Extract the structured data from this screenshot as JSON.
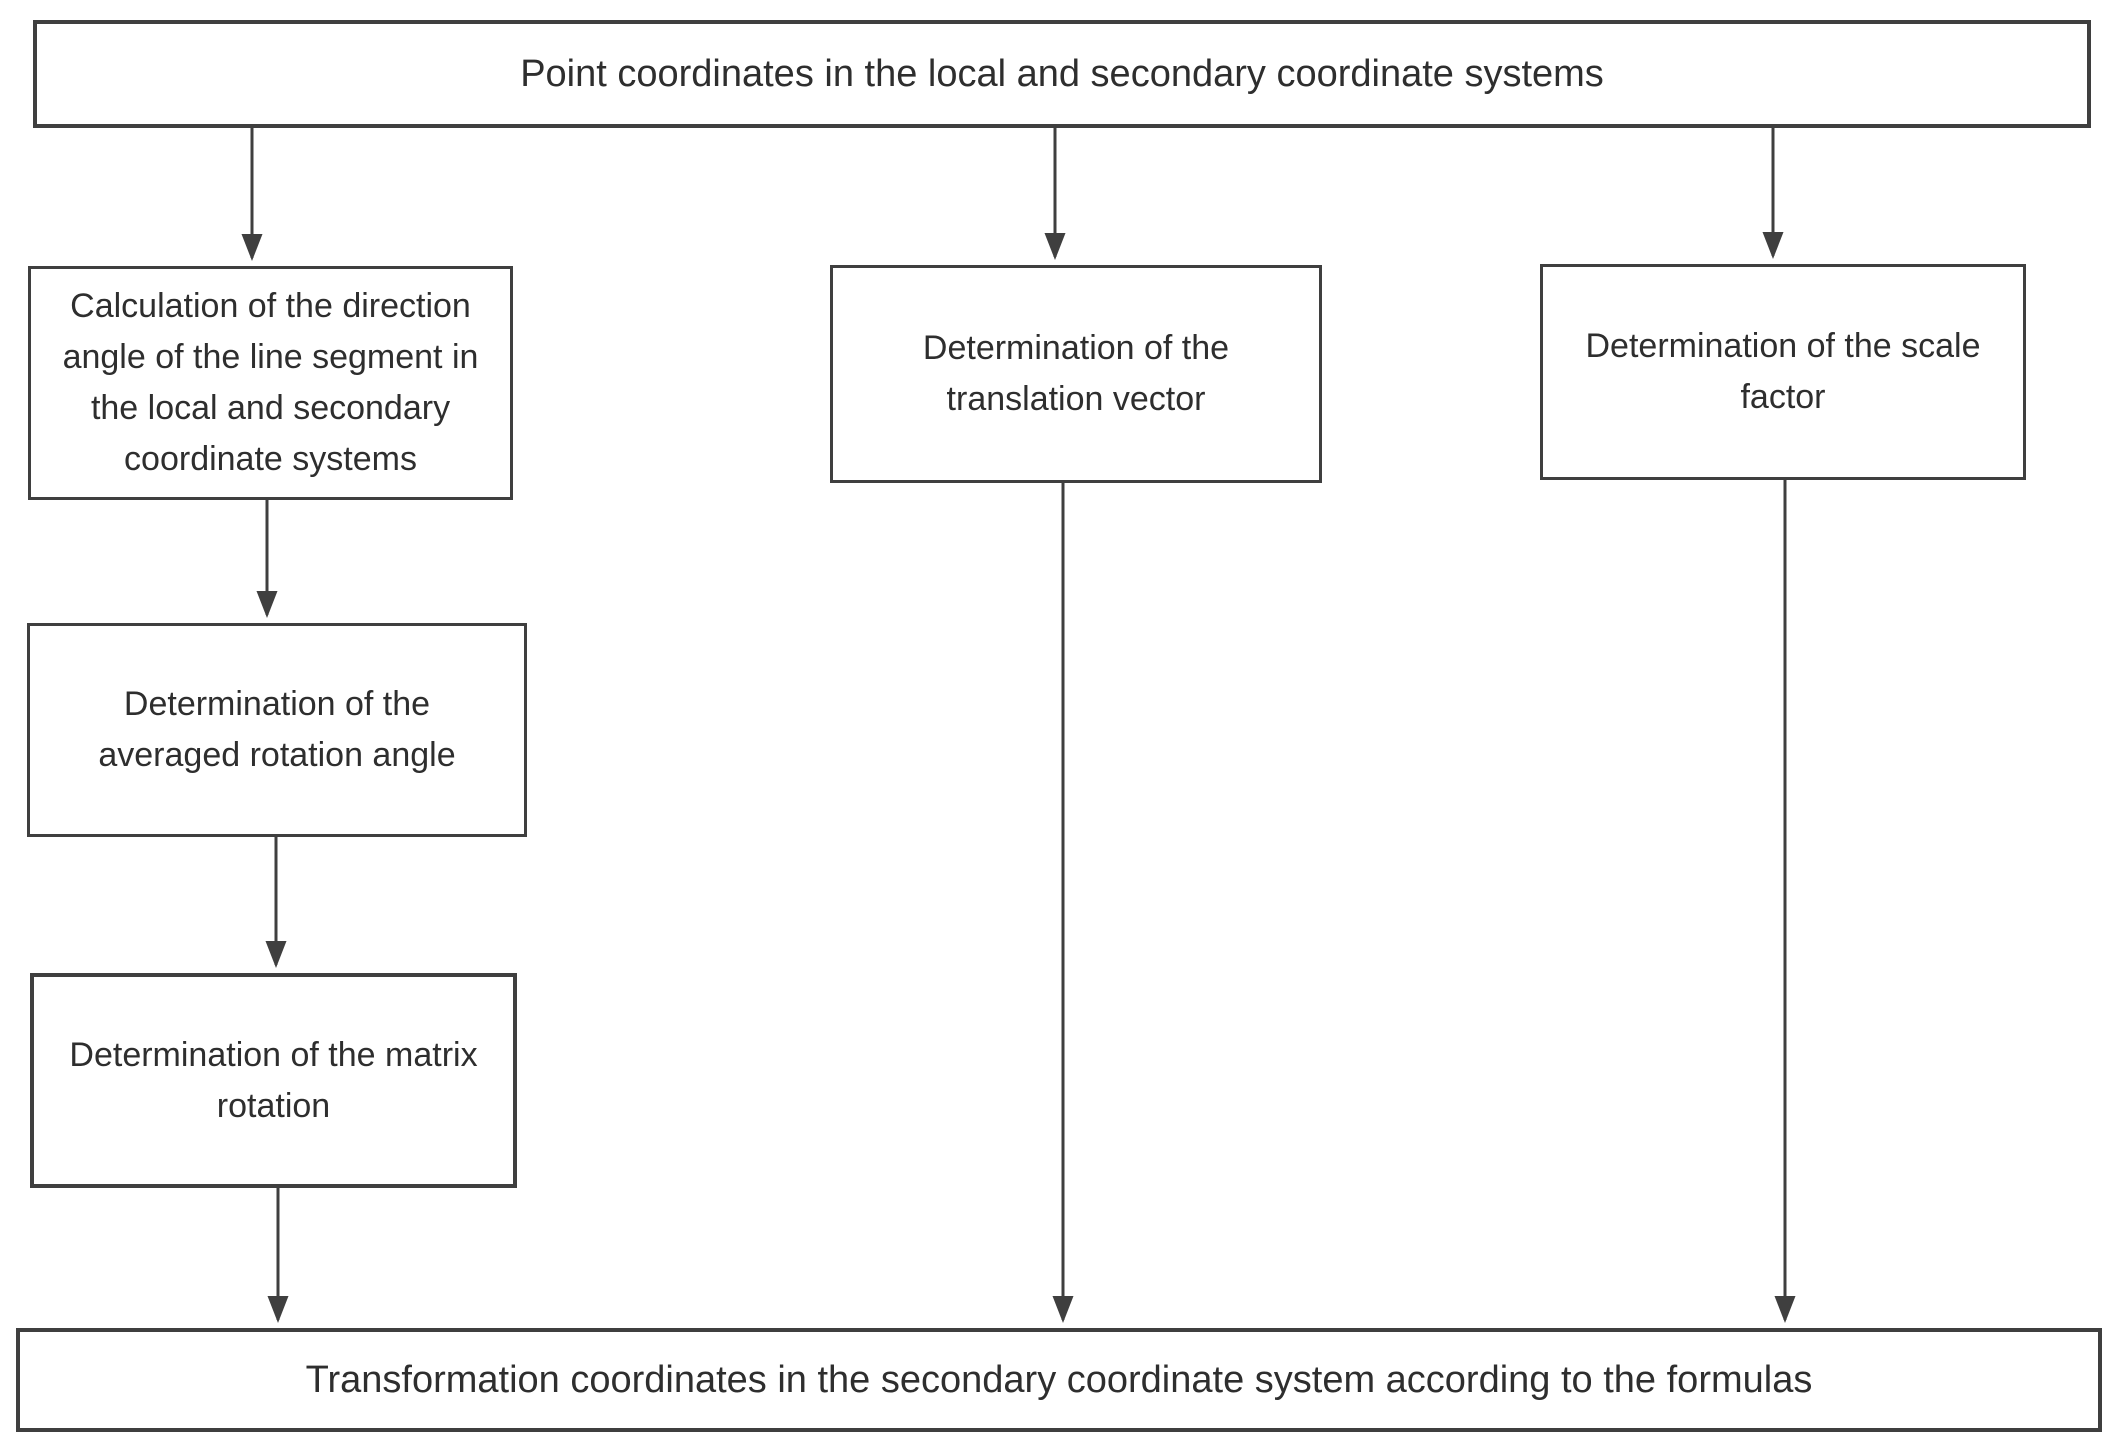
{
  "diagram": {
    "type": "flowchart",
    "colors": {
      "background": "#ffffff",
      "line": "#3f3f3f",
      "text": "#2e2e2e"
    },
    "nodes": {
      "source": {
        "label": "Point coordinates in the local and secondary coordinate systems"
      },
      "direction_angle": {
        "label": "Calculation of the direction angle of the line segment in the local and secondary coordinate systems"
      },
      "translation_vector": {
        "label": "Determination of the translation vector"
      },
      "scale_factor": {
        "label": "Determination of the scale factor"
      },
      "rotation_angle": {
        "label": "Determination of the averaged rotation angle"
      },
      "matrix_rotation": {
        "label": "Determination of the matrix rotation"
      },
      "result": {
        "label": "Transformation coordinates in the secondary coordinate system according to the formulas"
      }
    },
    "edges": [
      {
        "from": "source",
        "to": "direction_angle"
      },
      {
        "from": "source",
        "to": "translation_vector"
      },
      {
        "from": "source",
        "to": "scale_factor"
      },
      {
        "from": "direction_angle",
        "to": "rotation_angle"
      },
      {
        "from": "rotation_angle",
        "to": "matrix_rotation"
      },
      {
        "from": "matrix_rotation",
        "to": "result"
      },
      {
        "from": "translation_vector",
        "to": "result"
      },
      {
        "from": "scale_factor",
        "to": "result"
      }
    ]
  }
}
